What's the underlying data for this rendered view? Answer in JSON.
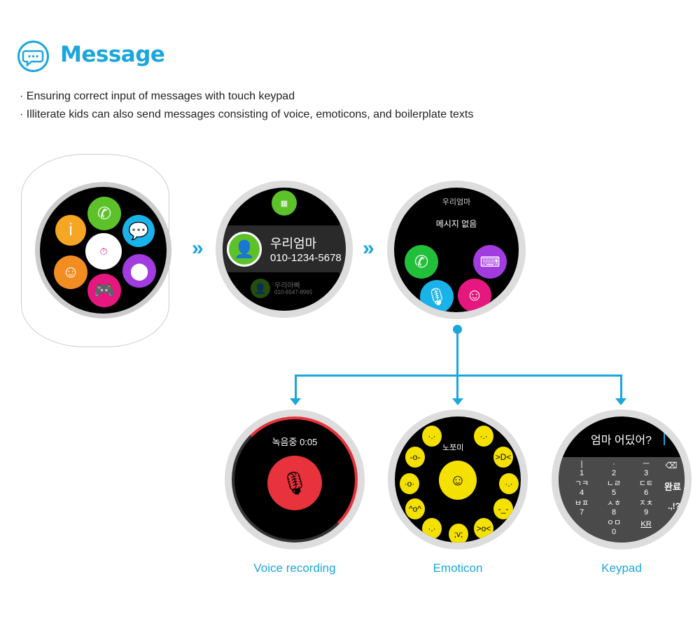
{
  "header": {
    "title": "Message",
    "icon": "chat-bubble-icon"
  },
  "bullets": [
    "· Ensuring correct input of messages with touch keypad",
    "· Illiterate kids can also send messages consisting of voice, emoticons, and boilerplate texts"
  ],
  "contacts": {
    "primary_name": "우리엄마",
    "primary_number": "010-1234-5678",
    "secondary_name": "우리아빠",
    "secondary_number": "010-6547-8965"
  },
  "message_screen": {
    "contact": "우리엄마",
    "empty_text": "메시지 없음"
  },
  "voice": {
    "status": "녹음중 0:05",
    "label": "Voice recording"
  },
  "emoticon": {
    "set_name": "노쪼미",
    "label": "Emoticon"
  },
  "keypad": {
    "input_text": "엄마 어딨어?",
    "label": "Keypad",
    "keys": [
      [
        "|",
        "1"
      ],
      [
        "·",
        "2"
      ],
      [
        "ㅡ",
        "3"
      ],
      [
        "ㄱㅋ",
        "4"
      ],
      [
        "ㄴㄹ",
        "5"
      ],
      [
        "ㄷㅌ",
        "6"
      ],
      [
        "ㅂㅍ",
        "7"
      ],
      [
        "ㅅㅎ",
        "8"
      ],
      [
        "ㅈㅊ",
        "9"
      ],
      [
        "ㅇㅁ",
        "0"
      ],
      [
        "KR",
        ""
      ]
    ],
    "done": "완료",
    "punct": ".,!?"
  },
  "arrow_glyph": "»",
  "colors": {
    "accent": "#1ba6dc",
    "green": "#22c03a",
    "purple": "#a23be0",
    "blue": "#19b3ea",
    "pink": "#e6177f",
    "red": "#e8323c"
  }
}
